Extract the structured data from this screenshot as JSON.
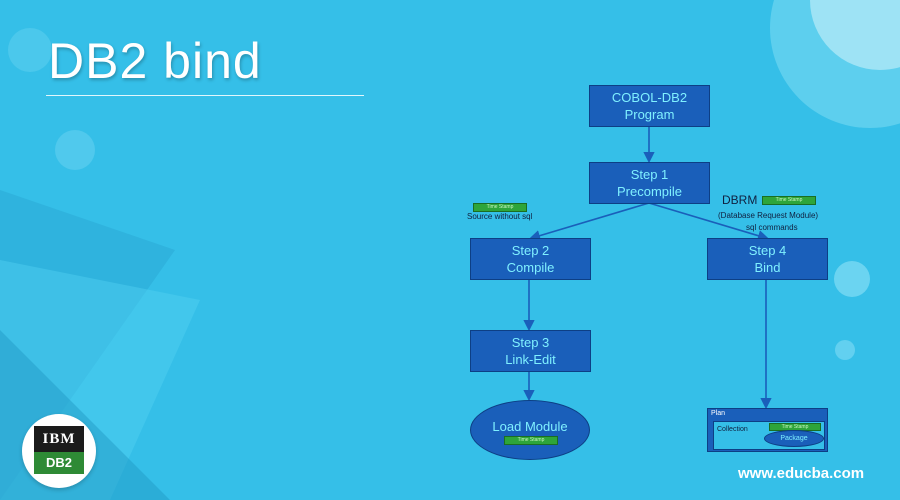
{
  "title": "DB2 bind",
  "nodes": {
    "program": [
      "COBOL-DB2",
      "Program"
    ],
    "step1": [
      "Step 1",
      "Precompile"
    ],
    "step2": [
      "Step 2",
      "Compile"
    ],
    "step3": [
      "Step 3",
      "Link-Edit"
    ],
    "step4": [
      "Step 4",
      "Bind"
    ],
    "load_module": "Load Module"
  },
  "annotations": {
    "source_without_sql": "Source without sql",
    "dbrm": "DBRM",
    "dbrm_full": "(Database Request Module)",
    "sql_commands": "sql commands",
    "timestamp": "Time Stamp"
  },
  "plan": {
    "label": "Plan",
    "collection": "Collection",
    "package": "Package"
  },
  "logo": {
    "top": "IBM",
    "bottom": "DB2"
  },
  "website": "www.educba.com",
  "colors": {
    "background": "#35bfe8",
    "box": "#1a5fba",
    "box_text": "#7ff0ff",
    "stamp": "#2ea53a"
  }
}
